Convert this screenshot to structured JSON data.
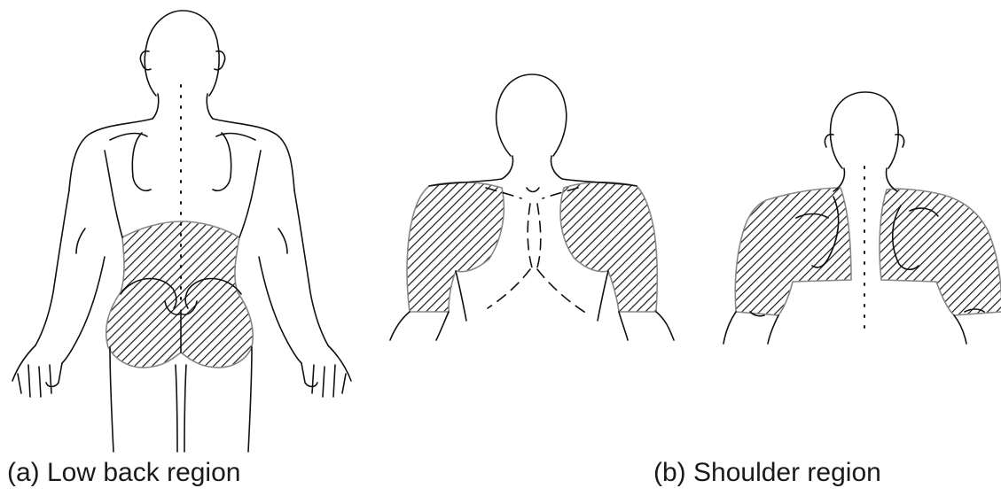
{
  "figure": {
    "panels": [
      {
        "id": "a",
        "caption": "(a) Low back region",
        "highlighted_area": "low back and buttocks",
        "views": [
          "back"
        ]
      },
      {
        "id": "b",
        "caption": "(b) Shoulder region",
        "highlighted_area": "shoulders and upper arms",
        "views": [
          "front",
          "back"
        ]
      }
    ],
    "hatch_color": "#1a1a1a",
    "outline_color": "#111111"
  }
}
